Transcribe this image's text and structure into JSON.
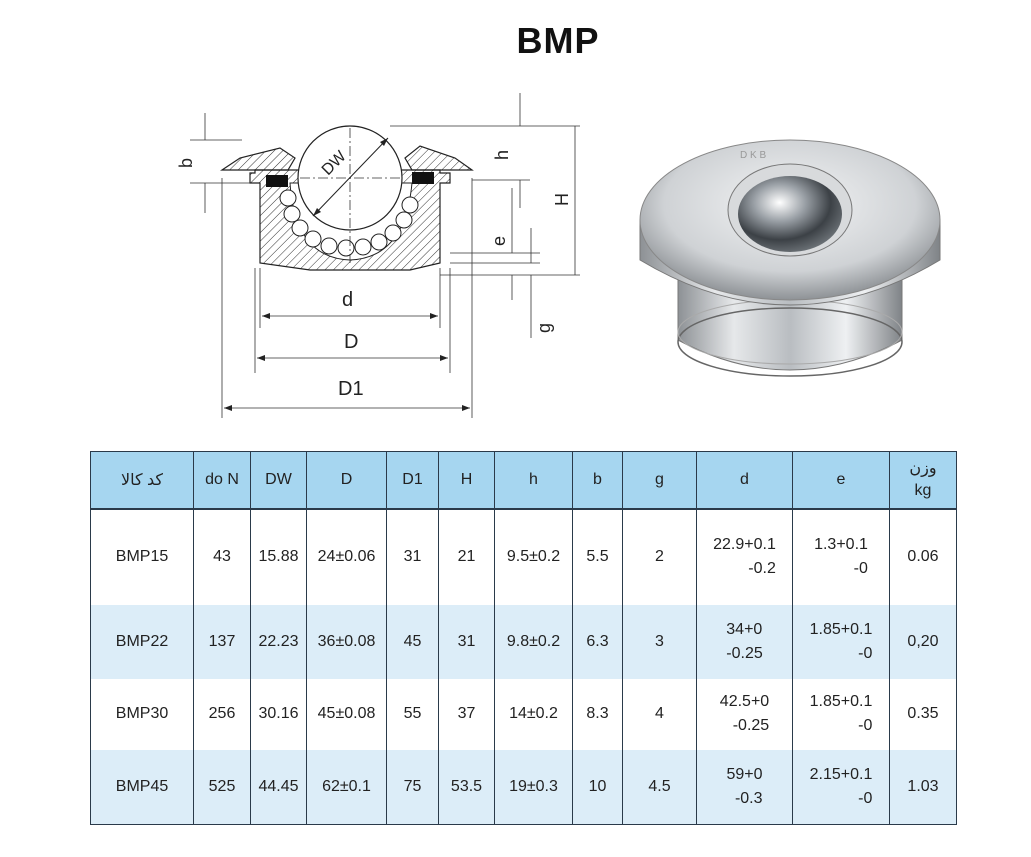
{
  "title": "BMP",
  "drawing_labels": {
    "b": "b",
    "dw": "DW",
    "h": "h",
    "H": "H",
    "e": "e",
    "g": "g",
    "d": "d",
    "D": "D",
    "D1": "D1"
  },
  "photo_marking": "D K B",
  "table": {
    "headers": {
      "code": "کد کالا",
      "load": "do N",
      "dw": "DW",
      "D": "D",
      "D1": "D1",
      "H": "H",
      "h": "h",
      "b": "b",
      "g": "g",
      "d": "d",
      "e": "e",
      "weight_fa": "وزن",
      "weight_unit": "kg"
    },
    "rows": [
      {
        "code": "BMP15",
        "load": "43",
        "dw": "15.88",
        "D": "24±0.06",
        "D1": "31",
        "H": "21",
        "h": "9.5±0.2",
        "b": "5.5",
        "g": "2",
        "d_top": "22.9+0.1",
        "d_bot": "-0.2",
        "e_top": "1.3+0.1",
        "e_bot": "-0",
        "weight": "0.06"
      },
      {
        "code": "BMP22",
        "load": "137",
        "dw": "22.23",
        "D": "36±0.08",
        "D1": "45",
        "H": "31",
        "h": "9.8±0.2",
        "b": "6.3",
        "g": "3",
        "d_top": "34+0",
        "d_bot": "-0.25",
        "e_top": "1.85+0.1",
        "e_bot": "-0",
        "weight": "0,20"
      },
      {
        "code": "BMP30",
        "load": "256",
        "dw": "30.16",
        "D": "45±0.08",
        "D1": "55",
        "H": "37",
        "h": "14±0.2",
        "b": "8.3",
        "g": "4",
        "d_top": "42.5+0",
        "d_bot": "-0.25",
        "e_top": "1.85+0.1",
        "e_bot": "-0",
        "weight": "0.35"
      },
      {
        "code": "BMP45",
        "load": "525",
        "dw": "44.45",
        "D": "62±0.1",
        "D1": "75",
        "H": "53.5",
        "h": "19±0.3",
        "b": "10",
        "g": "4.5",
        "d_top": "59+0",
        "d_bot": "-0.3",
        "e_top": "2.15+0.1",
        "e_bot": "-0",
        "weight": "1.03"
      }
    ]
  }
}
